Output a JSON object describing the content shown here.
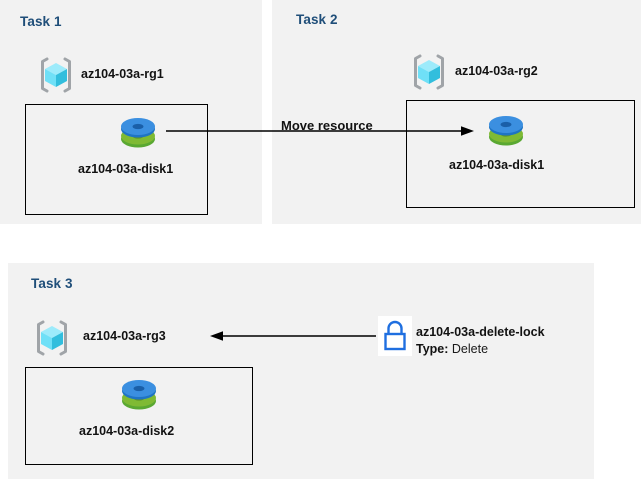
{
  "diagram": {
    "title": "Azure resource group tasks diagram",
    "background_color": "#ffffff",
    "panel_color": "#f2f2f2",
    "heading_color": "#1F4E79",
    "lock_color": "#1f6fe0"
  },
  "tasks": [
    {
      "heading": "Task 1",
      "resource_group": {
        "label": "az104-03a-rg1",
        "icon": "resource-group-icon"
      },
      "resource": {
        "label": "az104-03a-disk1",
        "icon": "managed-disk-icon"
      }
    },
    {
      "heading": "Task 2",
      "resource_group": {
        "label": "az104-03a-rg2",
        "icon": "resource-group-icon"
      },
      "resource": {
        "label": "az104-03a-disk1",
        "icon": "managed-disk-icon"
      }
    },
    {
      "heading": "Task 3",
      "resource_group": {
        "label": "az104-03a-rg3",
        "icon": "resource-group-icon"
      },
      "resource": {
        "label": "az104-03a-disk2",
        "icon": "managed-disk-icon"
      },
      "lock": {
        "name": "az104-03a-delete-lock",
        "type_key": "Type:",
        "type_value": "Delete",
        "icon": "lock-icon"
      }
    }
  ],
  "connectors": {
    "move_resource": {
      "label": "Move resource",
      "direction": "right"
    },
    "lock_applies_to": {
      "label": "",
      "direction": "left"
    }
  }
}
